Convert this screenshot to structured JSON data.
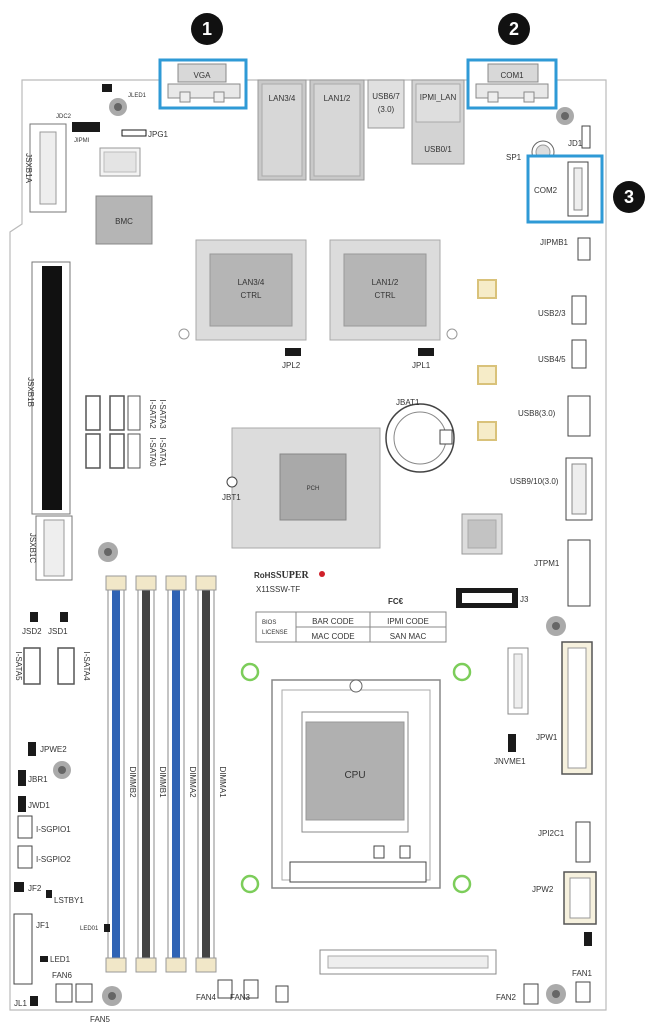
{
  "callouts": [
    {
      "number": "1",
      "target": "VGA"
    },
    {
      "number": "2",
      "target": "COM1"
    },
    {
      "number": "3",
      "target": "COM2"
    }
  ],
  "colors": {
    "highlight": "#2f9ad6",
    "callout_fill": "#111111",
    "board_outline": "#bbbbbb",
    "dimm_blue": "#2f63b4",
    "dimm_dark": "#444444",
    "chip_gray": "#b5b5b5",
    "chip_light": "#dcdcdc",
    "mount_hole_green": "#7ccd5a",
    "header_black": "#1a1a1a",
    "brand_red": "#d0202a",
    "brand_blue": "#2f3f9f",
    "gold": "#d9c27a"
  },
  "top_ports": {
    "vga": "VGA",
    "lan34": "LAN3/4",
    "lan12": "LAN1/2",
    "usb67": "USB6/7",
    "usb67_sub": "(3.0)",
    "ipmi_lan": "IPMI_LAN",
    "usb01": "USB0/1",
    "com1": "COM1"
  },
  "left_labels": {
    "jled1": "JLED1",
    "jpg1": "JPG1",
    "jbmc": "BMC",
    "jsxb1a": "JSXB1A",
    "jsxb1b": "JSXB1B",
    "jsxb1c": "JSXB1C",
    "jsd2": "JSD2",
    "jsd1": "JSD1",
    "isata5": "I-SATA5",
    "isata4": "I-SATA4",
    "jpwe2": "JPWE2",
    "jbr1": "JBR1",
    "jwd1": "JWD1",
    "isgpio1": "I-SGPIO1",
    "isgpio2": "I-SGPIO2",
    "jf2": "JF2",
    "lstby1": "LSTBY1",
    "jf1": "JF1",
    "led1": "LED1",
    "led2": "LED1",
    "fan6": "FAN6",
    "fan5": "FAN5",
    "jl1": "JL1",
    "isata23": [
      "I-SATA2",
      "I-SATA3"
    ],
    "isata01": [
      "I-SATA0",
      "I-SATA1"
    ],
    "jbt1": "JBT1",
    "tiny_top": "JDC2",
    "tiny_jip": "JIPMI",
    "tiny_jd": "JD1"
  },
  "chips": {
    "lan34_ctrl": [
      "LAN3/4",
      "CTRL"
    ],
    "lan12_ctrl": [
      "LAN1/2",
      "CTRL"
    ],
    "jpl2": "JPL2",
    "jpl1": "JPL1",
    "jbat1": "JBAT1",
    "pch": "PCH",
    "cpu": "CPU"
  },
  "dimms": [
    "DIMMB2",
    "DIMMB1",
    "DIMMA2",
    "DIMMA1"
  ],
  "branding": {
    "rohs": "RoHS",
    "super": "SUPER",
    "model": "X11SSW-TF",
    "fcc": "FC€",
    "bios_license": [
      "BIOS",
      "LICENSE"
    ],
    "bar_code": "BAR CODE",
    "ipmi_code": "IPMI CODE",
    "mac_code": "MAC CODE",
    "san_mac": "SAN MAC"
  },
  "right_labels": {
    "sp1": "SP1",
    "jd1": "JD1",
    "com2": "COM2",
    "jipmb1": "JIPMB1",
    "usb23": "USB2/3",
    "usb45": "USB4/5",
    "usb8": "USB8(3.0)",
    "usb910": "USB9/10(3.0)",
    "jtpm1": "JTPM1",
    "j3": "J3",
    "jpw1": "JPW1",
    "jnvme1": "JNVME1",
    "jpi2c1": "JPI2C1",
    "jpw2": "JPW2",
    "fan1": "FAN1",
    "fan2": "FAN2",
    "fan3": "FAN3",
    "fan4": "FAN4",
    "led_small": "LED01"
  }
}
